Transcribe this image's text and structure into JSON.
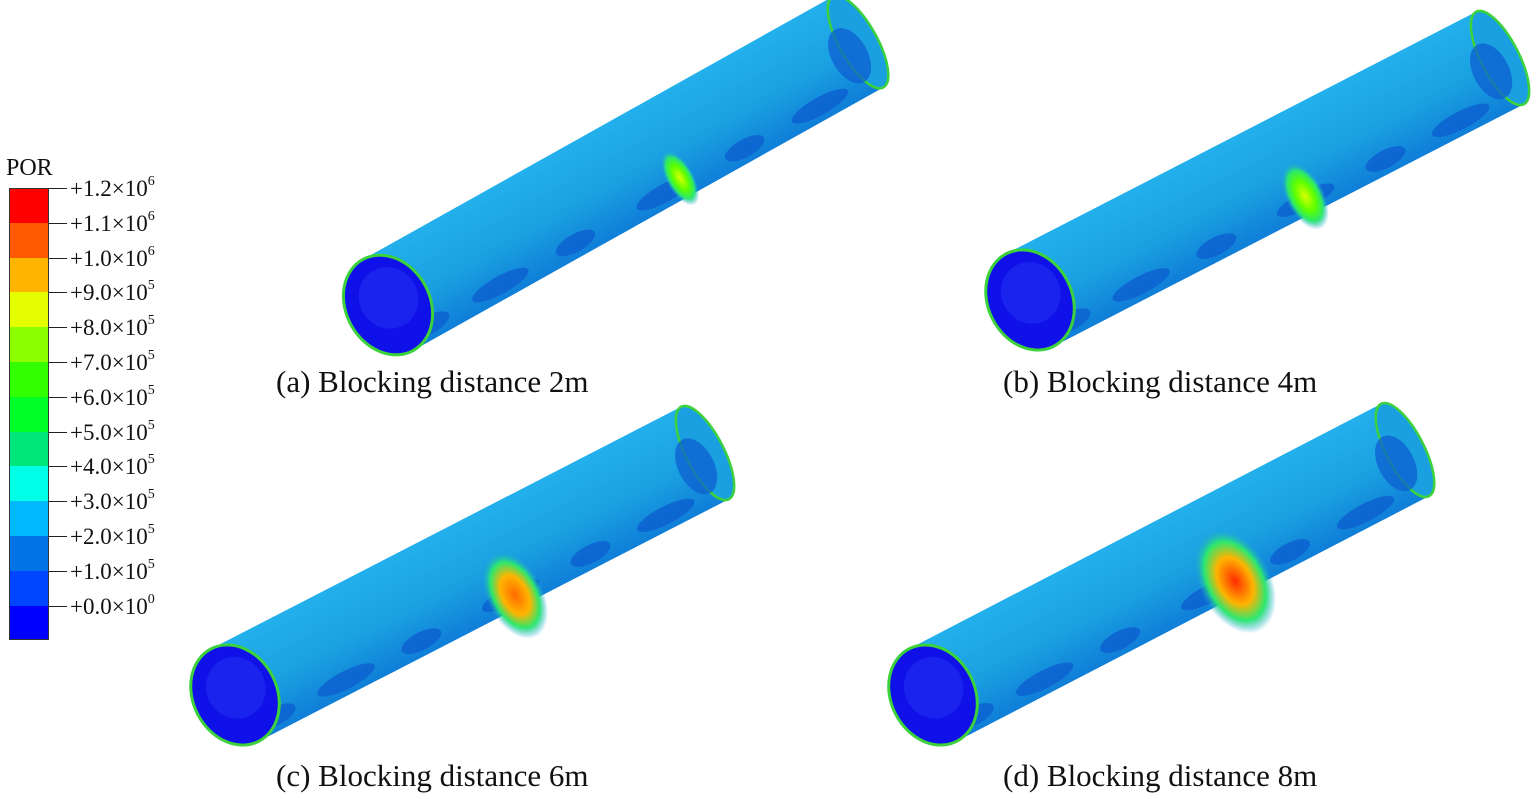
{
  "legend": {
    "title": "POR",
    "levels": [
      {
        "mantissa": "+1.2×10",
        "exp": "6"
      },
      {
        "mantissa": "+1.1×10",
        "exp": "6"
      },
      {
        "mantissa": "+1.0×10",
        "exp": "6"
      },
      {
        "mantissa": "+9.0×10",
        "exp": "5"
      },
      {
        "mantissa": "+8.0×10",
        "exp": "5"
      },
      {
        "mantissa": "+7.0×10",
        "exp": "5"
      },
      {
        "mantissa": "+6.0×10",
        "exp": "5"
      },
      {
        "mantissa": "+5.0×10",
        "exp": "5"
      },
      {
        "mantissa": "+4.0×10",
        "exp": "5"
      },
      {
        "mantissa": "+3.0×10",
        "exp": "5"
      },
      {
        "mantissa": "+2.0×10",
        "exp": "5"
      },
      {
        "mantissa": "+1.0×10",
        "exp": "5"
      },
      {
        "mantissa": "+0.0×10",
        "exp": "0"
      }
    ],
    "colors": [
      "#ff0000",
      "#ff5a00",
      "#ffb400",
      "#e6ff00",
      "#8cff00",
      "#32ff00",
      "#00ff28",
      "#00e67a",
      "#00ffe6",
      "#00b9ff",
      "#0073e6",
      "#0046ff",
      "#0000ff"
    ]
  },
  "panels": [
    {
      "caption": "(a) Blocking distance 2m",
      "hotspot_intensity": 0.15
    },
    {
      "caption": "(b) Blocking distance 4m",
      "hotspot_intensity": 0.35
    },
    {
      "caption": "(c) Blocking distance 6m",
      "hotspot_intensity": 0.7
    },
    {
      "caption": "(d) Blocking distance 8m",
      "hotspot_intensity": 1.0
    }
  ],
  "colors": {
    "tube_body": "#1aa0e0",
    "tube_inner": "#1010e8",
    "tube_shade": "#0d5fd0",
    "rim": "#3cd23c"
  }
}
